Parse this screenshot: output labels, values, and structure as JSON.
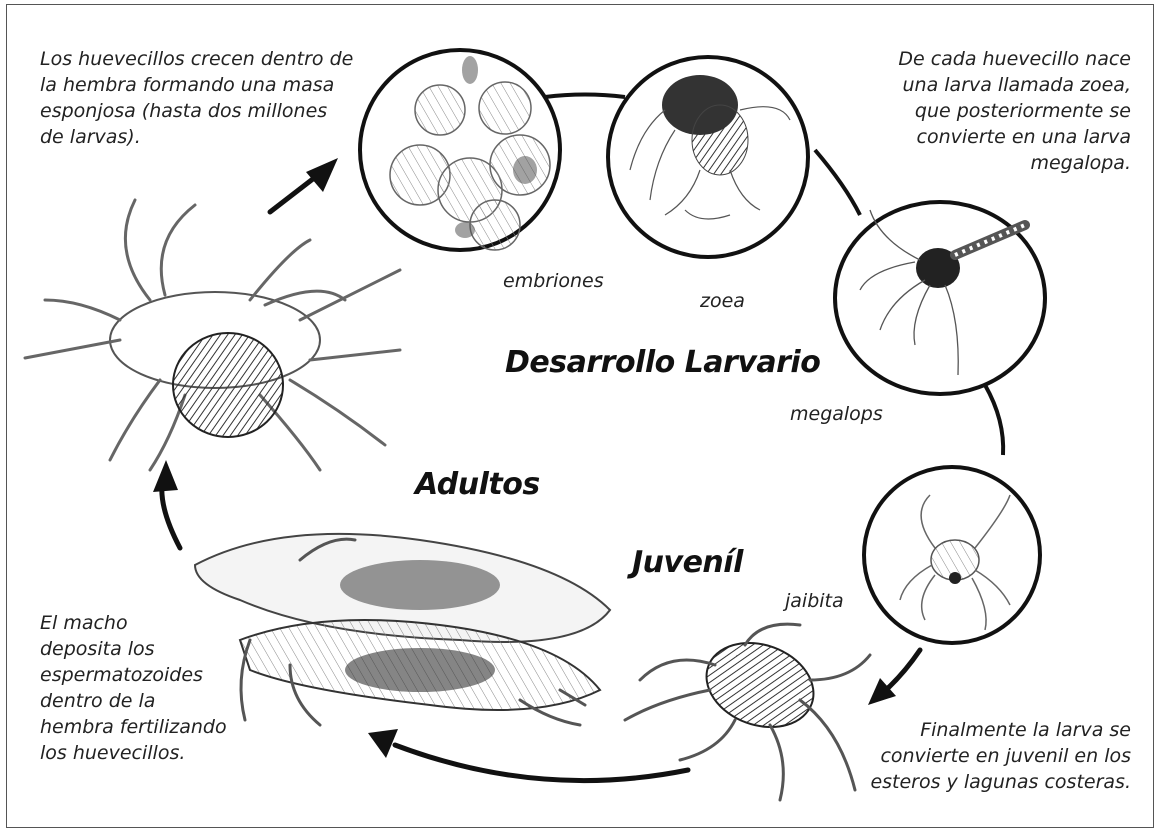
{
  "notes": {
    "eggs": [
      "Los huevecillos crecen dentro de",
      "la hembra formando una masa",
      "esponjosa (hasta dos millones",
      "de larvas)."
    ],
    "zoea_desc": [
      "De cada huevecillo nace",
      "una larva llamada zoea,",
      "que posteriormente se",
      "convierte en una larva",
      "megalopa."
    ],
    "male": [
      "El macho",
      "deposita los",
      "espermatozoides",
      "dentro de la",
      "hembra fertilizando",
      "los huevecillos."
    ],
    "juvenile_desc": [
      "Finalmente la larva se",
      "convierte en juvenil en los",
      "esteros y lagunas costeras."
    ]
  },
  "stages": {
    "embriones": "embriones",
    "zoea": "zoea",
    "megalops": "megalops",
    "jaibita": "jaibita"
  },
  "headings": {
    "larval": "Desarrollo Larvario",
    "adults": "Adultos",
    "juvenile": "Juveníl"
  },
  "colors": {
    "ink": "#111111",
    "sketch": "#555555",
    "shade": "#2b2b2b"
  }
}
